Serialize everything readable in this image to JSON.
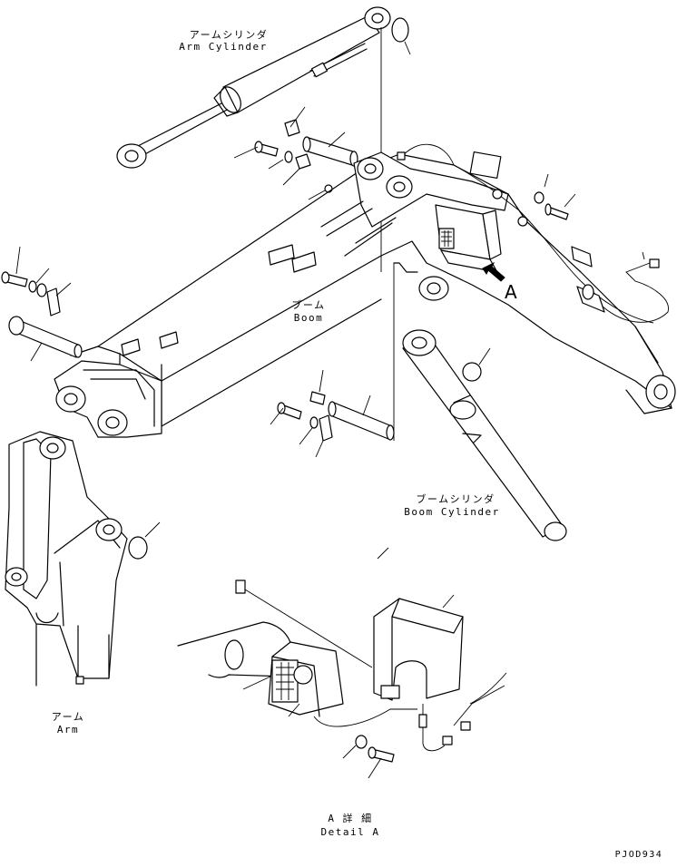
{
  "labels": {
    "arm_cylinder_jp": "アームシリンダ",
    "arm_cylinder_en": "Arm Cylinder",
    "boom_jp": "ブーム",
    "boom_en": "Boom",
    "boom_cylinder_jp": "ブームシリンダ",
    "boom_cylinder_en": "Boom Cylinder",
    "arm_jp": "アーム",
    "arm_en": "Arm",
    "view_marker": "A",
    "detail_jp": "A 詳 細",
    "detail_en": "Detail A",
    "drawing_code": "PJOD934"
  }
}
